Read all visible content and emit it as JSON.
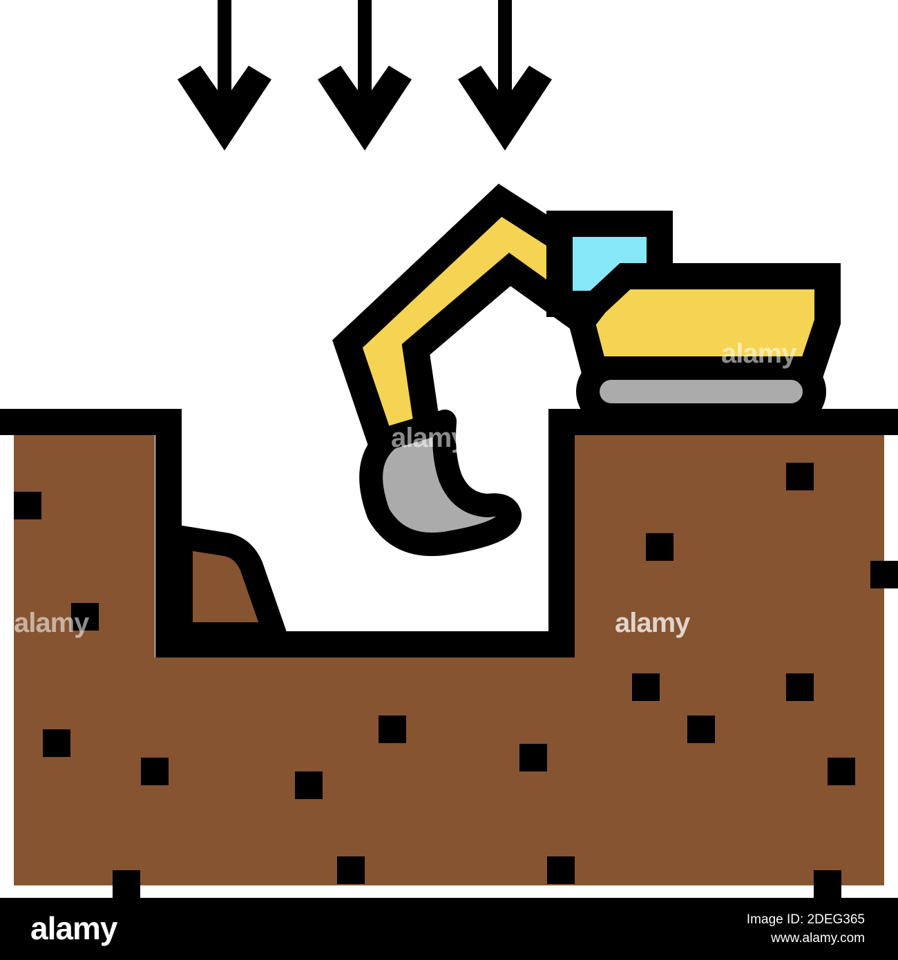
{
  "colors": {
    "outline": "#000000",
    "soil": "#865431",
    "excavator_body": "#F5D454",
    "cab_glass": "#86E7F8",
    "track": "#ABABAB",
    "background": "#FFFFFF"
  },
  "icons": [
    "down-arrow-icon",
    "excavator-icon",
    "soil-pit-icon"
  ],
  "watermark": {
    "text": "alamy"
  },
  "footer": {
    "logo": "alamy",
    "image_id_line": "Image ID: 2DEG365",
    "site": "www.alamy.com"
  }
}
